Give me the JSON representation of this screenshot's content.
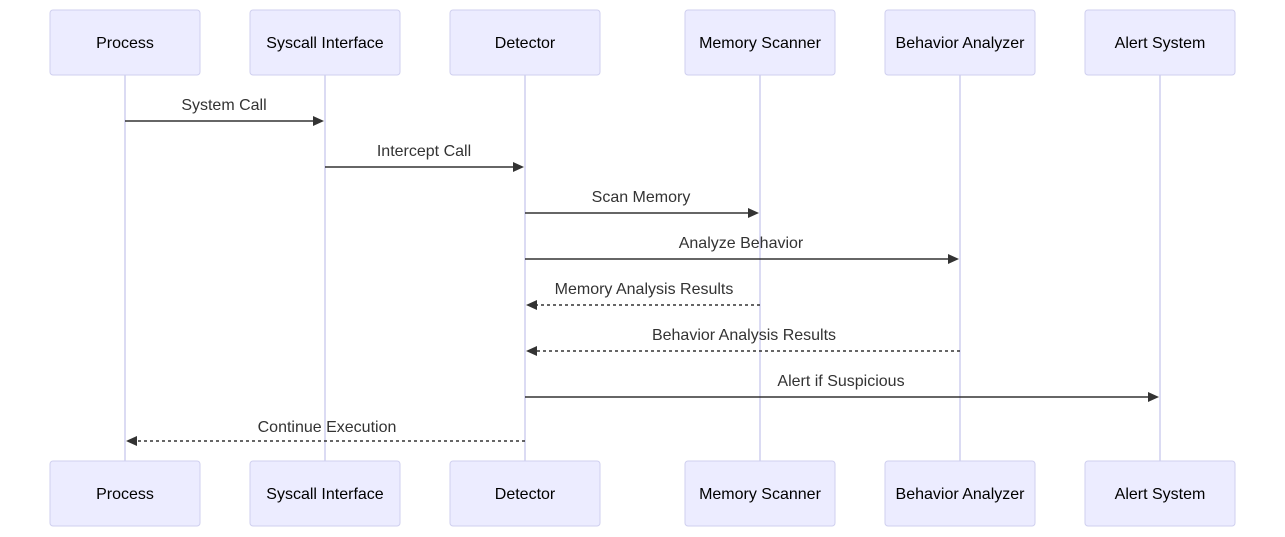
{
  "participants": [
    {
      "id": "process",
      "label": "Process"
    },
    {
      "id": "syscall",
      "label": "Syscall Interface"
    },
    {
      "id": "detector",
      "label": "Detector"
    },
    {
      "id": "memory",
      "label": "Memory Scanner"
    },
    {
      "id": "behavior",
      "label": "Behavior Analyzer"
    },
    {
      "id": "alert",
      "label": "Alert System"
    }
  ],
  "messages": [
    {
      "from": "process",
      "to": "syscall",
      "label": "System Call",
      "style": "solid"
    },
    {
      "from": "syscall",
      "to": "detector",
      "label": "Intercept Call",
      "style": "solid"
    },
    {
      "from": "detector",
      "to": "memory",
      "label": "Scan Memory",
      "style": "solid"
    },
    {
      "from": "detector",
      "to": "behavior",
      "label": "Analyze Behavior",
      "style": "solid"
    },
    {
      "from": "memory",
      "to": "detector",
      "label": "Memory Analysis Results",
      "style": "dashed"
    },
    {
      "from": "behavior",
      "to": "detector",
      "label": "Behavior Analysis Results",
      "style": "dashed"
    },
    {
      "from": "detector",
      "to": "alert",
      "label": "Alert if Suspicious",
      "style": "solid"
    },
    {
      "from": "detector",
      "to": "process",
      "label": "Continue Execution",
      "style": "dashed"
    }
  ]
}
